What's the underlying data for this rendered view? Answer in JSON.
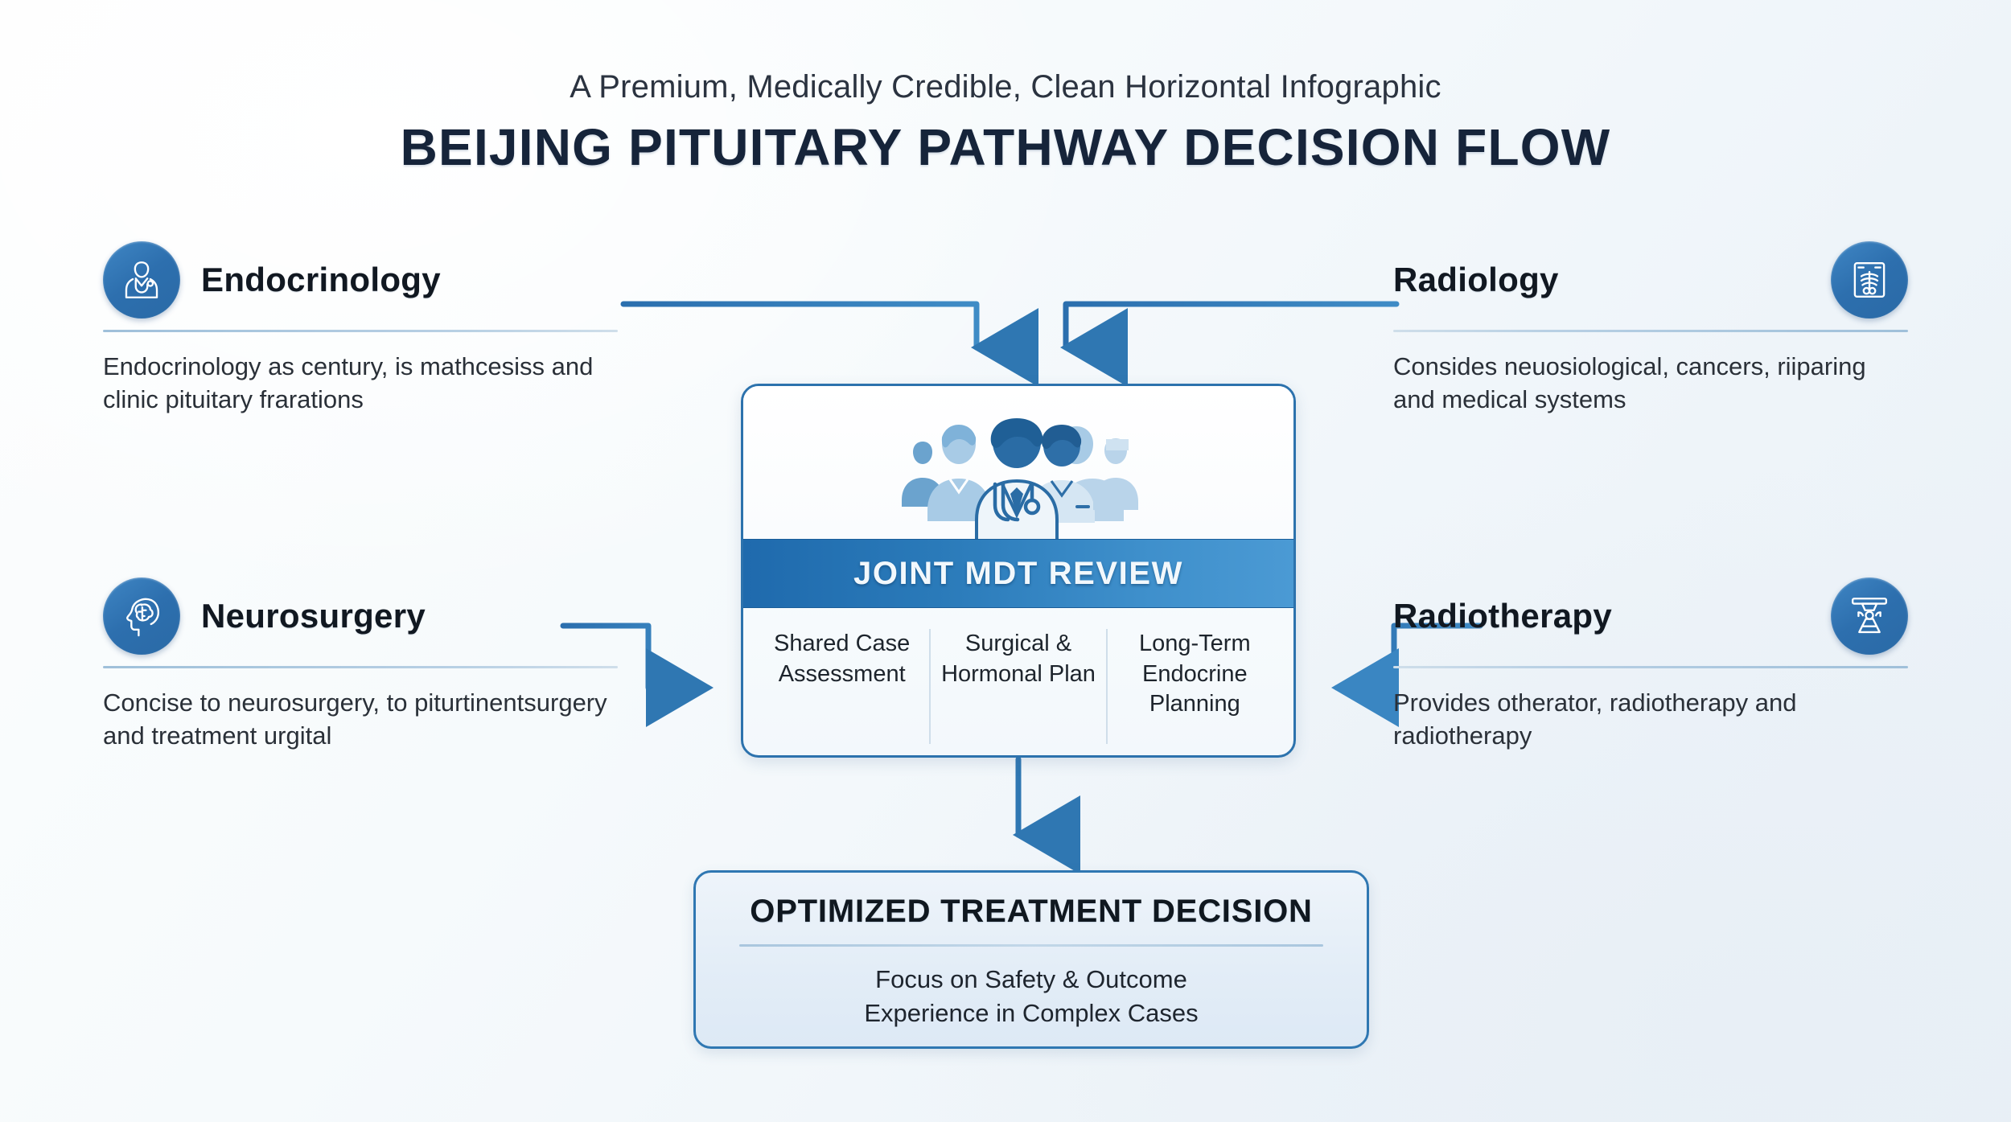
{
  "header": {
    "subtitle": "A Premium, Medically Credible, Clean Horizontal Infographic",
    "title": "BEIJING PITUITARY PATHWAY DECISION FLOW"
  },
  "blocks": [
    {
      "id": "endocrinology",
      "title": "Endocrinology",
      "icon": "doctor-stethoscope-icon",
      "desc": "Endocrinology as century, is mathcesiss and clinic pituitary frarations",
      "side": "left"
    },
    {
      "id": "neurosurgery",
      "title": "Neurosurgery",
      "icon": "brain-head-icon",
      "desc": "Concise to neurosurgery, to piturtinentsurgery and treatment urgital",
      "side": "left"
    },
    {
      "id": "radiology",
      "title": "Radiology",
      "icon": "xray-film-icon",
      "desc": "Consides neuosiological, cancers, riiparing and medical systems",
      "side": "right"
    },
    {
      "id": "radiotherapy",
      "title": "Radiotherapy",
      "icon": "linac-radiotherapy-icon",
      "desc": "Provides otherator, radiotherapy and radiotherapy",
      "side": "right"
    }
  ],
  "mdt": {
    "banner": "JOINT MDT REVIEW",
    "illustration": "medical-team-icon",
    "columns": [
      "Shared Case Assessment",
      "Surgical & Hormonal Plan",
      "Long-Term Endocrine Planning"
    ]
  },
  "outcome": {
    "title": "OPTIMIZED TREATMENT DECISION",
    "line1": "Focus on Safety & Outcome",
    "line2": "Experience in Complex Cases"
  },
  "colors": {
    "accent": "#2c72ad",
    "accent_light": "#4b9ad4",
    "badge_blue": "#2d6fae",
    "title_dark": "#16243a",
    "rule": "#9fc0da",
    "background": "#f3f8fc"
  }
}
